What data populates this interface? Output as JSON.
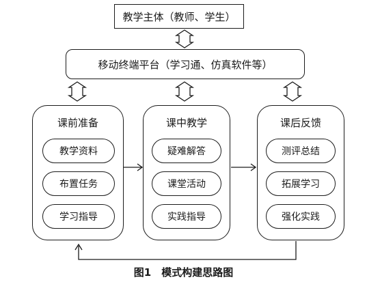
{
  "subject": "教学主体（教师、学生）",
  "platform": "移动终端平台（学习通、仿真软件等）",
  "stages": [
    {
      "title": "课前准备",
      "items": [
        "教学资料",
        "布置任务",
        "学习指导"
      ]
    },
    {
      "title": "课中教学",
      "items": [
        "疑难解答",
        "课堂活动",
        "实践指导"
      ]
    },
    {
      "title": "课后反馈",
      "items": [
        "测评总结",
        "拓展学习",
        "强化实践"
      ]
    }
  ],
  "caption": "图1　模式构建思路图"
}
